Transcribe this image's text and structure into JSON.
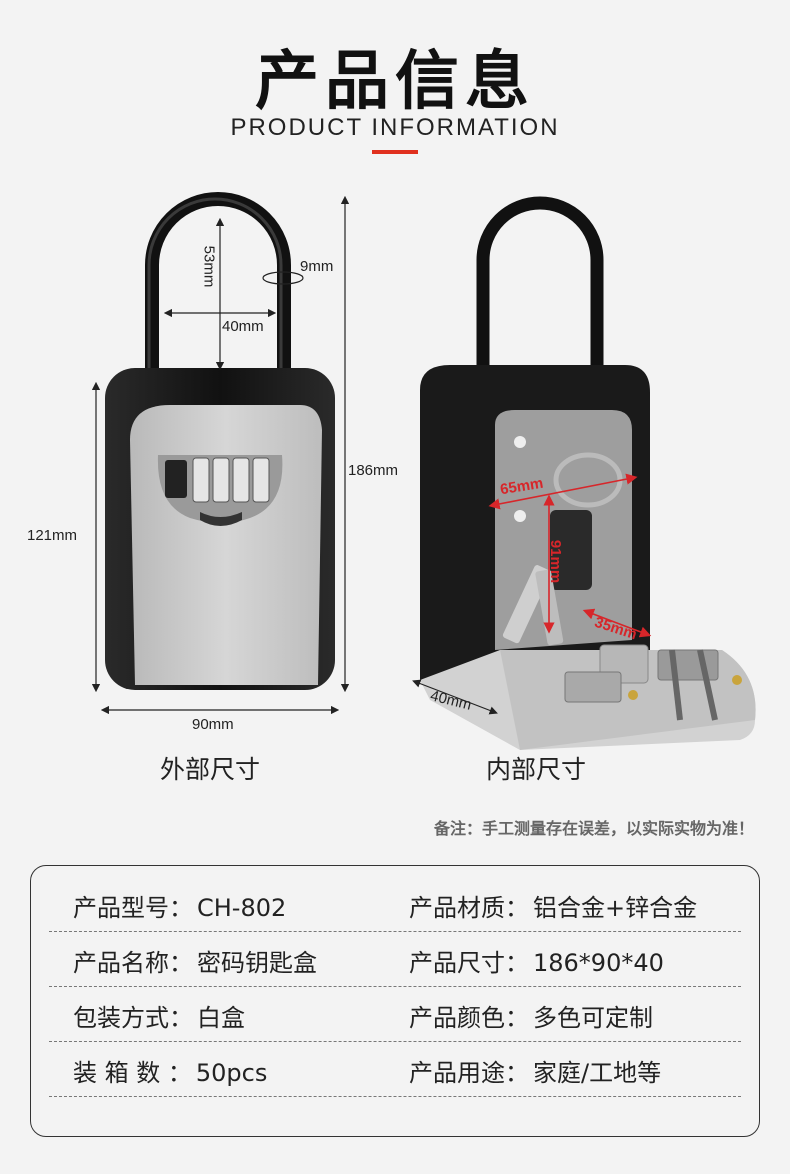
{
  "header": {
    "title": "产品信息",
    "subtitle": "PRODUCT INFORMATION"
  },
  "exterior": {
    "caption": "外部尺寸",
    "dims": {
      "shackle_height": "53mm",
      "shackle_width": "40mm",
      "shackle_diameter": "9mm",
      "total_height": "186mm",
      "body_height": "121mm",
      "body_width": "90mm"
    }
  },
  "interior": {
    "caption": "内部尺寸",
    "dims": {
      "inner_width": "65mm",
      "inner_height": "91mm",
      "inner_depth": "35mm",
      "outer_depth": "40mm"
    }
  },
  "note": "备注：手工测量存在误差，以实际实物为准！",
  "specs": {
    "rows": [
      {
        "left_label": "产品型号：",
        "left_value": "CH-802",
        "right_label": "产品材质：",
        "right_value": "铝合金+锌合金"
      },
      {
        "left_label": "产品名称：",
        "left_value": "密码钥匙盒",
        "right_label": "产品尺寸：",
        "right_value": "186*90*40"
      },
      {
        "left_label": "包装方式：",
        "left_value": "白盒",
        "right_label": "产品颜色：",
        "right_value": "多色可定制"
      },
      {
        "left_label": "装 箱 数 ：",
        "left_value": "50pcs",
        "right_label": "产品用途：",
        "right_value": "家庭/工地等"
      }
    ]
  },
  "colors": {
    "accent": "#e0301e",
    "body_black": "#1c1c1c",
    "face_gray": "#c9c9c9",
    "dimension_red": "#d7262a"
  }
}
